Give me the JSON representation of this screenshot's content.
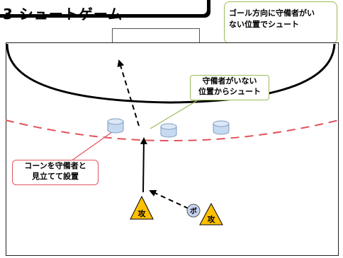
{
  "title": "3 シュートゲーム",
  "top_note": {
    "line1": "ゴール方向に守備者がい",
    "line2": "ない位置でシュート"
  },
  "callout_shoot": {
    "line1": "守備者がいない",
    "line2": "位置からシュート"
  },
  "callout_cone": {
    "line1": "コーンを守備者と",
    "line2": "見立てて設置"
  },
  "attacker_label": "攻",
  "ball_label": "ボ",
  "colors": {
    "dashed_line": "#e2535b",
    "attacker_fill": "#ffc000",
    "ball_fill": "#c5d3f0",
    "note_border": "#9bbb59",
    "cone_fill": "#c5d9f1"
  }
}
